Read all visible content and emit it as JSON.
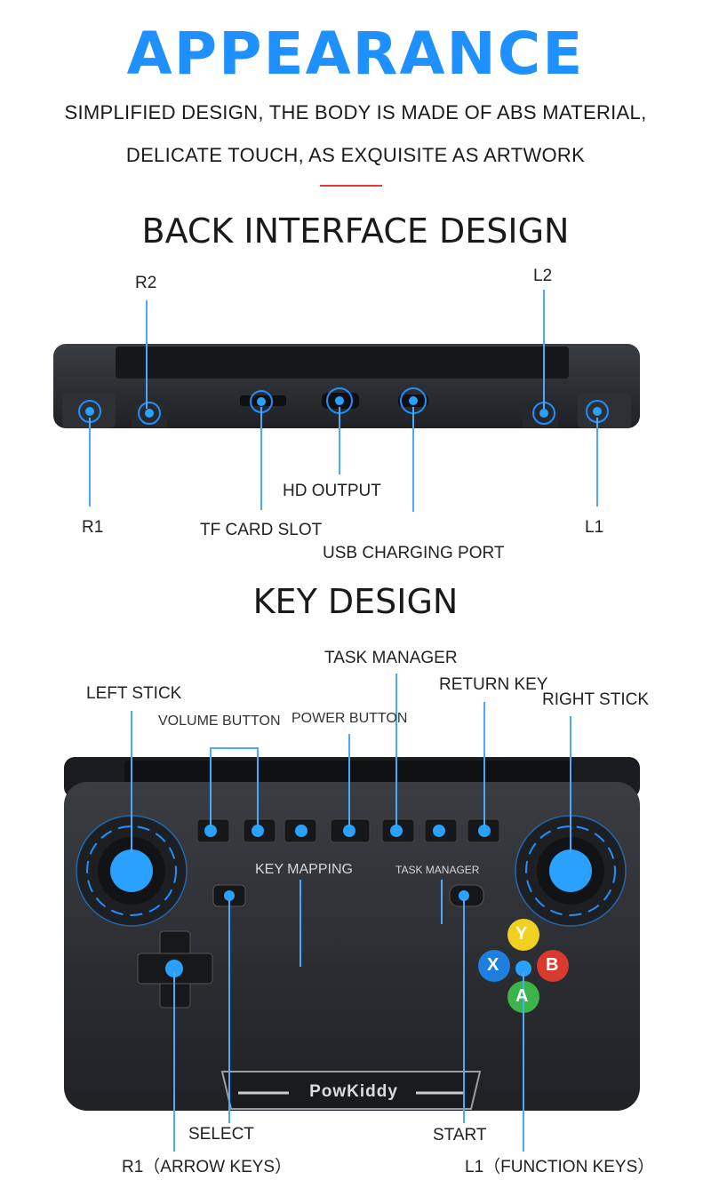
{
  "header": {
    "title": "APPEARANCE",
    "line1": "SIMPLIFIED DESIGN, THE BODY IS MADE OF ABS MATERIAL,",
    "line2": "DELICATE TOUCH, AS EXQUISITE AS ARTWORK"
  },
  "back_section": {
    "title": "BACK INTERFACE DESIGN",
    "labels": {
      "r2": "R2",
      "l2": "L2",
      "hd_output": "HD OUTPUT",
      "r1": "R1",
      "tf_card": "TF CARD SLOT",
      "usb": "USB CHARGING PORT",
      "l1": "L1"
    }
  },
  "key_section": {
    "title": "KEY DESIGN",
    "labels": {
      "task_manager": "TASK MANAGER",
      "return_key": "RETURN KEY",
      "left_stick": "LEFT STICK",
      "right_stick": "RIGHT STICK",
      "volume_button": "VOLUME BUTTON",
      "power_button": "POWER BUTTON",
      "key_mapping": "KEY MAPPING",
      "task_manager_small": "TASK MANAGER",
      "select": "SELECT",
      "start": "START",
      "r1_arrow": "R1（ARROW KEYS）",
      "l1_function": "L1（FUNCTION KEYS）"
    },
    "face_buttons": {
      "y": "Y",
      "x": "X",
      "b": "B",
      "a": "A"
    },
    "brand": "PowKiddy"
  },
  "colors": {
    "accent_blue": "#1e90ff",
    "line_red": "#e53935",
    "device_dark": "#2b2d31",
    "guide_line": "#4aa8ff"
  }
}
